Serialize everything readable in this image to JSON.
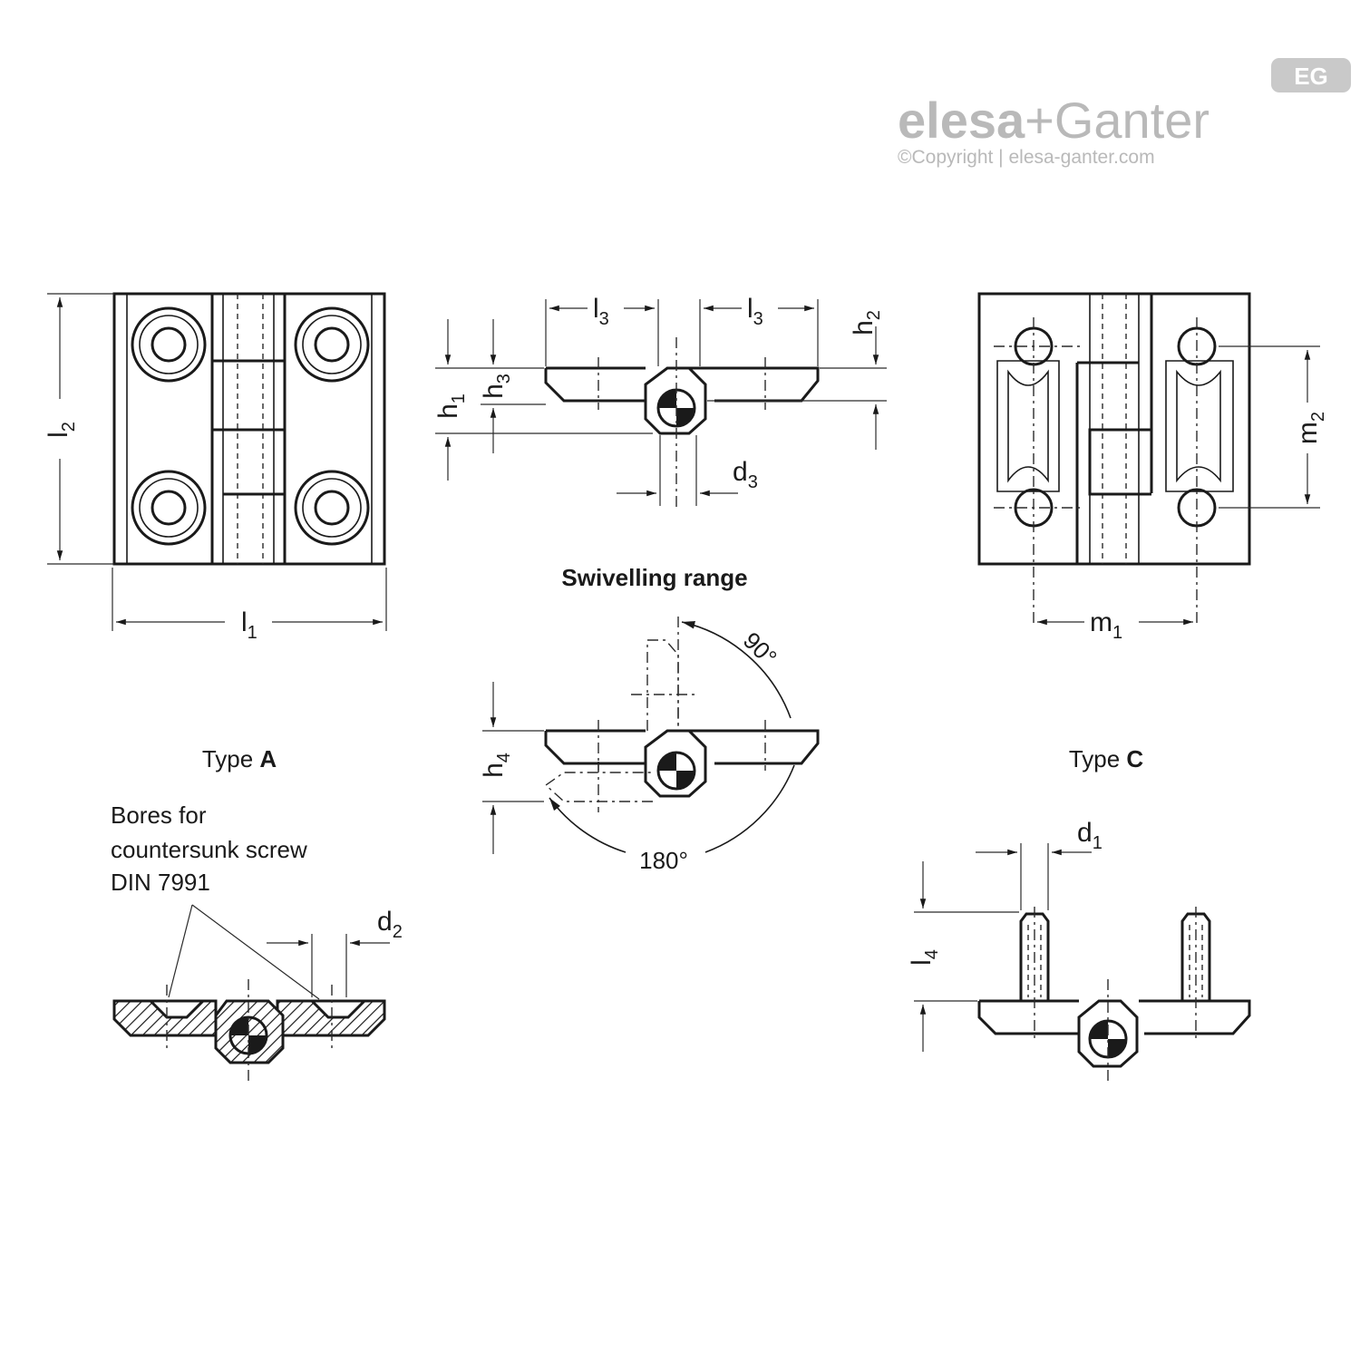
{
  "brand": {
    "logo_badge": "EG",
    "name_part1": "elesa",
    "plus": "+",
    "name_part2": "Ganter",
    "copyright": "©Copyright | elesa-ganter.com"
  },
  "titles": {
    "swivelling_range": "Swivelling range",
    "type_a_prefix": "Type ",
    "type_a_letter": "A",
    "type_c_prefix": "Type ",
    "type_c_letter": "C"
  },
  "notes": {
    "bores_line1": "Bores for",
    "bores_line2": "countersunk screw",
    "bores_line3": "DIN 7991"
  },
  "dimensions": {
    "l1": {
      "base": "l",
      "sub": "1"
    },
    "l2": {
      "base": "l",
      "sub": "2"
    },
    "l3a": {
      "base": "l",
      "sub": "3"
    },
    "l3b": {
      "base": "l",
      "sub": "3"
    },
    "l4": {
      "base": "l",
      "sub": "4"
    },
    "h1": {
      "base": "h",
      "sub": "1"
    },
    "h2": {
      "base": "h",
      "sub": "2"
    },
    "h3": {
      "base": "h",
      "sub": "3"
    },
    "h4": {
      "base": "h",
      "sub": "4"
    },
    "d1": {
      "base": "d",
      "sub": "1"
    },
    "d2": {
      "base": "d",
      "sub": "2"
    },
    "d3": {
      "base": "d",
      "sub": "3"
    },
    "m1": {
      "base": "m",
      "sub": "1"
    },
    "m2": {
      "base": "m",
      "sub": "2"
    }
  },
  "angles": {
    "a90": "90°",
    "a180": "180°"
  }
}
